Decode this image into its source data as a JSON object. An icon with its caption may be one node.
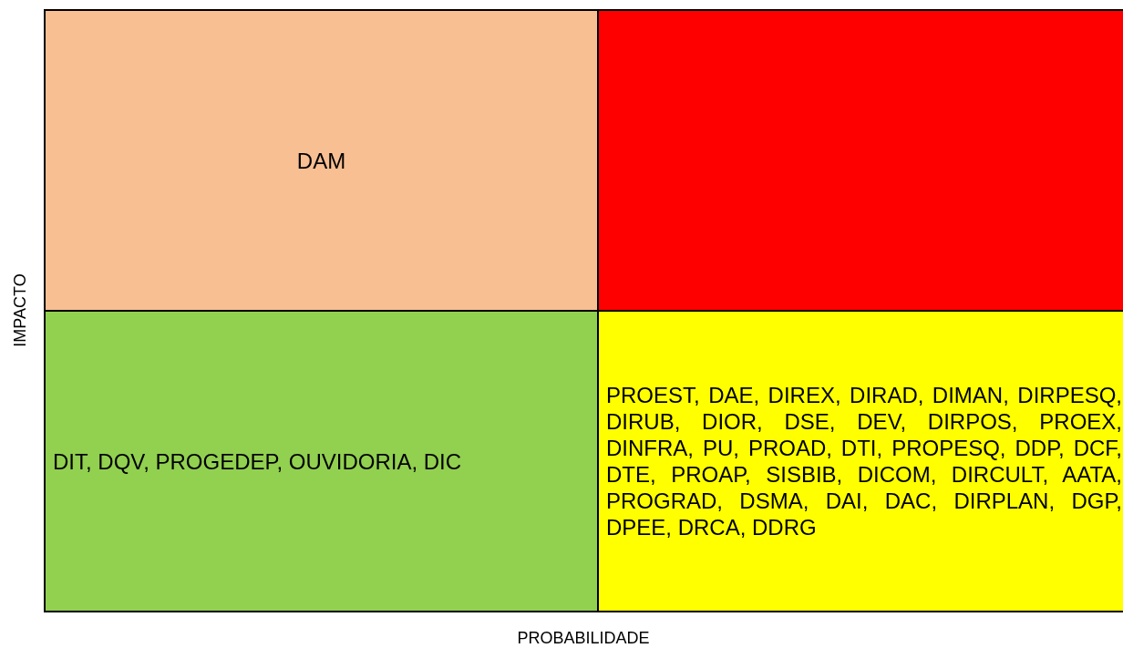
{
  "diagram": {
    "nodes": [
      {
        "text": [
          "DAM"
        ]
      },
      {
        "text": [],
        "shape": "box"
      },
      {
        "text": [
          "DIT, DQV, PROGEDEP, OUVIDORIA, DIC"
        ]
      },
      {
        "text": [
          "PROEST, DAE, DIREX, DIRAD, DIMAN, DIRPESQ, DIRUB, DIOR, DSE, DEV, DIRPOS, PROEX, DINFRA, PU, PROAD, DTI, PROPESQ, DDP, DCF, DTE, PROAP, SISBIB, DICOM, DIRCULT, AATA, PROGRAD, DSMA, DAI, DAC, DIRPLAN, DGP, DPEE, DRCA, DDRG"
        ]
      }
    ],
    "labels": [
      "IMPACTO",
      "PROBABILIDADE"
    ]
  }
}
